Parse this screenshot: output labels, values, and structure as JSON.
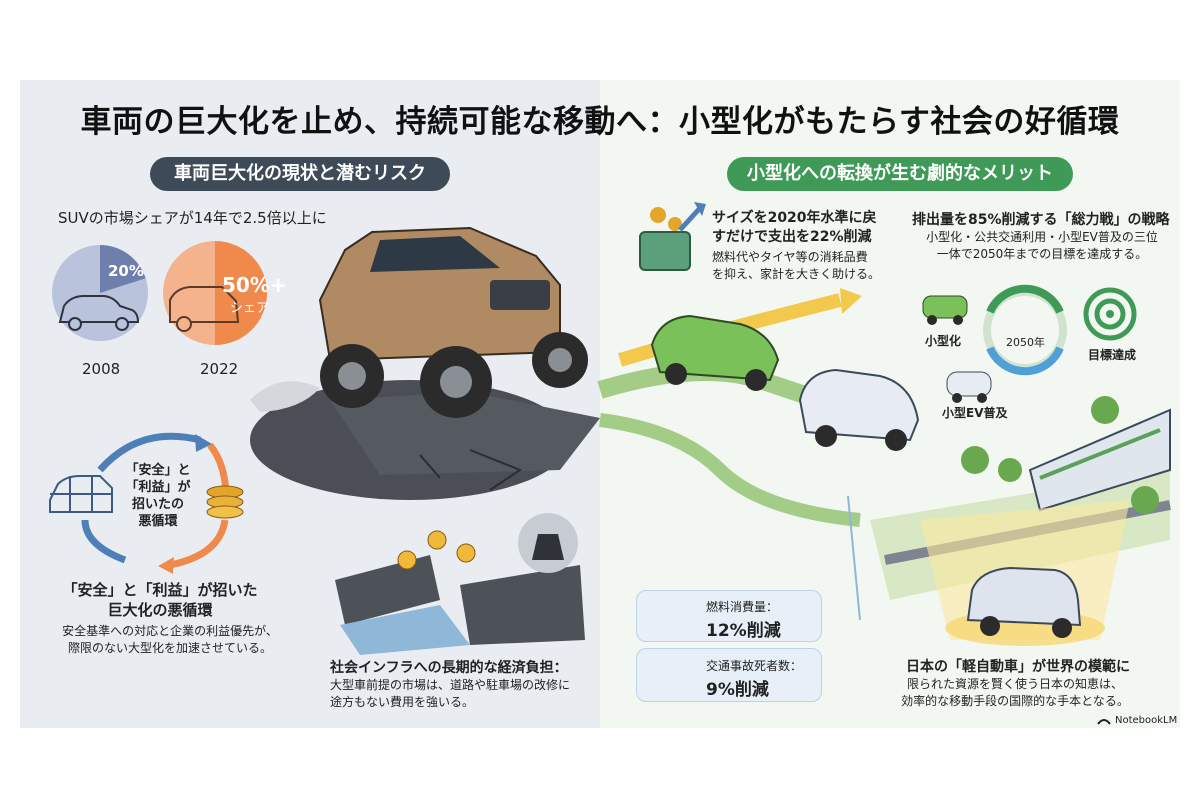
{
  "title": "車両の巨大化を止め、持続可能な移動へ：小型化がもたらす社会の好循環",
  "left_section": {
    "heading": "車両巨大化の現状と潜むリスク",
    "suv_share": {
      "caption": "SUVの市場シェアが14年で2.5倍以上に",
      "pie_2008": {
        "label": "20%",
        "year": "2008",
        "share_fraction": 0.2
      },
      "pie_2022": {
        "label": "50%+",
        "sublabel": "シェア",
        "year": "2022",
        "share_fraction": 0.5
      }
    },
    "cycle": {
      "center_text": "「安全」と「利益」が招いたの悪循環",
      "center_lines": [
        "「安全」と",
        "「利益」が",
        "招いたの",
        "悪循環"
      ],
      "heading_lines": [
        "「安全」と「利益」が招いた",
        "巨大化の悪循環"
      ],
      "desc_lines": [
        "安全基準への対応と企業の利益優先が、",
        "際限のない大型化を加速させている。"
      ]
    },
    "infrastructure": {
      "heading": "社会インフラへの長期的な経済負担：",
      "desc_lines": [
        "大型車前提の市場は、道路や駐車場の改修に",
        "途方もない費用を強いる。"
      ]
    }
  },
  "right_section": {
    "heading": "小型化への転換が生む劇的なメリット",
    "cost": {
      "heading_lines": [
        "サイズを2020年水準に戻",
        "すだけで支出を22%削減"
      ],
      "desc_lines": [
        "燃料代やタイヤ等の消耗品費",
        "を抑え、家計を大きく助ける。"
      ]
    },
    "emissions": {
      "heading": "排出量を85%削減する「総力戦」の戦略",
      "desc_lines": [
        "小型化・公共交通利用・小型EV普及の三位",
        "一体で2050年までの目標を達成する。"
      ],
      "labels": {
        "small": "小型化",
        "year": "2050年",
        "goal": "目標達成",
        "ev": "小型EV普及"
      }
    },
    "stats": [
      {
        "label": "燃料消費量：",
        "value": "12%削減"
      },
      {
        "label": "交通事故死者数：",
        "value": "9%削減"
      }
    ],
    "kei": {
      "heading": "日本の「軽自動車」が世界の模範に",
      "desc_lines": [
        "限られた資源を賢く使う日本の知恵は、",
        "効率的な移動手段の国際的な手本となる。"
      ]
    }
  },
  "brand": "NotebookLM",
  "colors": {
    "accent_orange": "#ef8a4c",
    "accent_green": "#3f9a57",
    "dark_slate": "#3e4a57",
    "blue_slate": "#6e7fae"
  }
}
